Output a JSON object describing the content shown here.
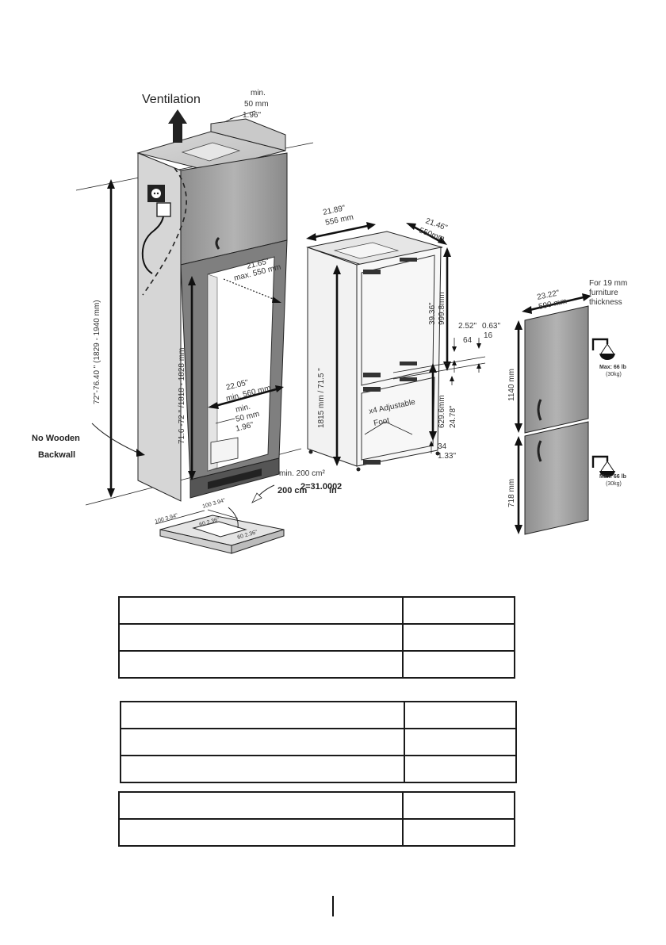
{
  "diagram": {
    "ventilation": "Ventilation",
    "top_gap": [
      "min.",
      "50 mm",
      "1.96\""
    ],
    "total_height": "72\"-76.40 \" (1829 - 1940 mm)",
    "niche_height": "71.6 -72 \" /1818 - 1828 mm",
    "niche_depth": [
      "21.65\"",
      "max. 550 mm"
    ],
    "niche_width": [
      "22.05\"",
      "min. 560 mm"
    ],
    "side_gap": [
      "min.",
      "50 mm",
      "1.96\""
    ],
    "no_backwall": [
      "No Wooden",
      "Backwall"
    ],
    "vent_area": [
      "min. 200 cm²",
      "200 cm",
      "2=31.000",
      "in",
      "2"
    ],
    "plinth_dims": [
      "100 3.94\"",
      "100 3.94\"",
      "60 2.36\"",
      "60 2.36\""
    ],
    "fridge_width": [
      "21.89\"",
      "556 mm"
    ],
    "fridge_depth": [
      "21.46\"",
      "550mm"
    ],
    "fridge_height": "1815 mm / 71.5 \"",
    "upper_door_height": [
      "39.36\"",
      "999.8mm"
    ],
    "gap_dims": [
      "2.52\"",
      "0.63\"",
      "16",
      "64"
    ],
    "lower_door_height": [
      "629.6mm",
      "24.78\""
    ],
    "foot_dims": [
      "34",
      "1.33\""
    ],
    "feet_note": [
      "x4 Adjustable",
      "Foot"
    ],
    "door_panel_width": [
      "23.22\"",
      "590 mm"
    ],
    "furniture_note": [
      "For 19 mm",
      "furniture",
      "thickness"
    ],
    "upper_panel_height": "1140 mm",
    "lower_panel_height": "718 mm",
    "max_weight_1": [
      "Max: 66 lb",
      "(30kg)"
    ],
    "max_weight_2": [
      "Max: 66 lb",
      "(30kg)"
    ]
  },
  "tables": [
    {
      "rows": [
        [
          "",
          ""
        ],
        [
          "",
          ""
        ],
        [
          "",
          ""
        ]
      ]
    },
    {
      "rows": [
        [
          "",
          ""
        ],
        [
          "",
          ""
        ],
        [
          "",
          ""
        ]
      ]
    },
    {
      "rows": [
        [
          "",
          ""
        ],
        [
          "",
          ""
        ]
      ]
    }
  ]
}
